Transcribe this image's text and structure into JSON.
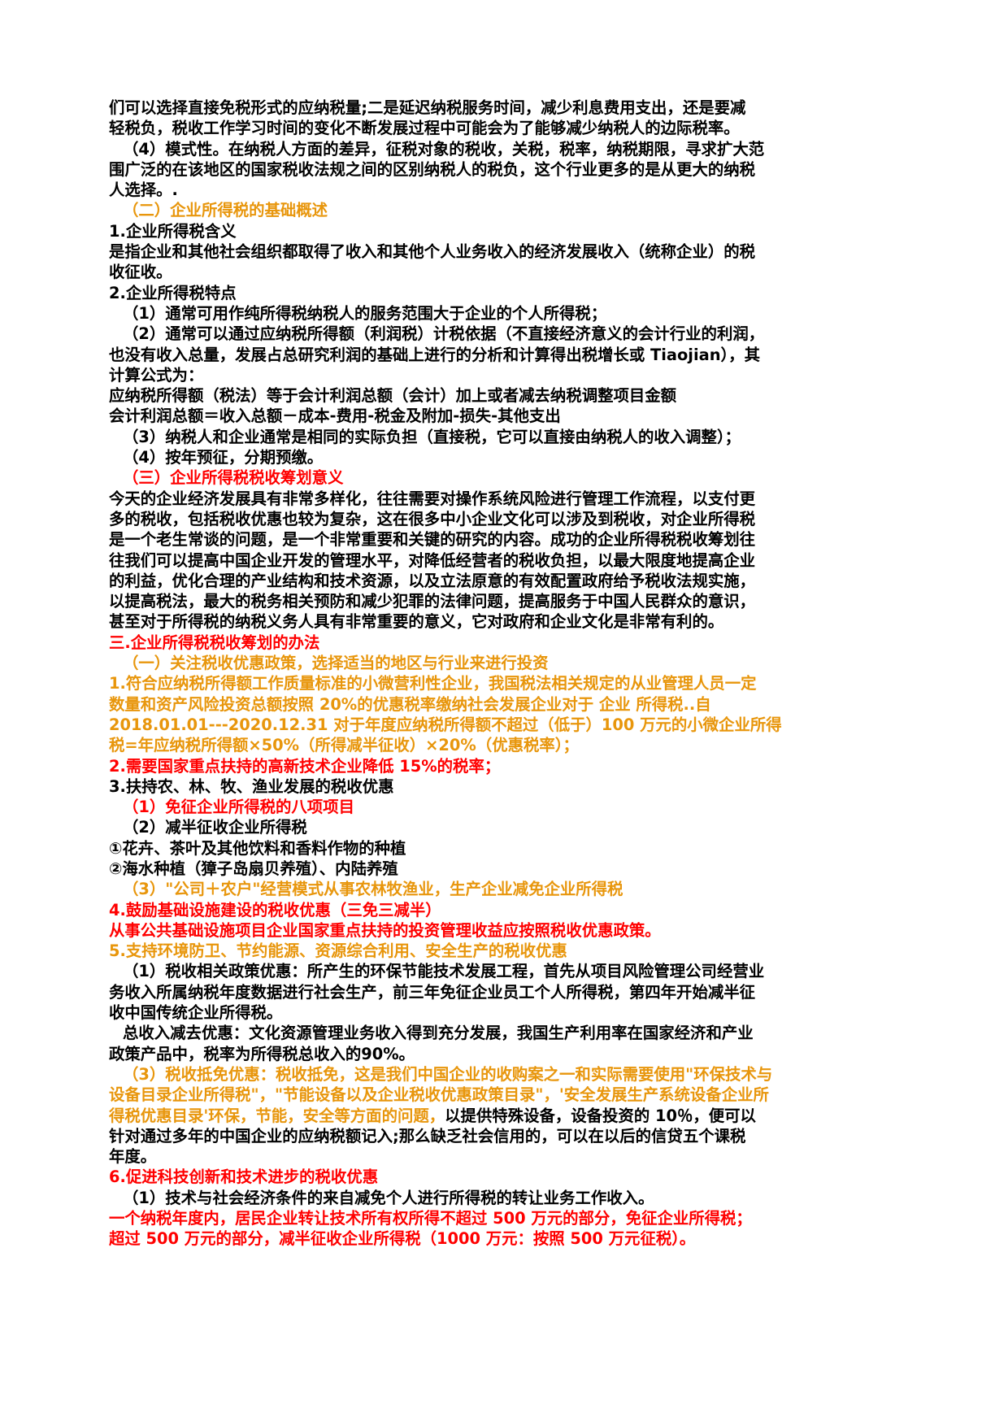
{
  "document": {
    "title": "企业所得税税收筹划",
    "colors": {
      "body_text": "#000000",
      "heading_orange": "#E8960C",
      "heading_red": "#FF0000",
      "page_background": "#FFFFFF"
    },
    "lines": [
      {
        "id": "l01",
        "color": "black",
        "indent": false,
        "text": "们可以选择直接免税形式的应纳税量;二是延迟纳税服务时间，减少利息费用支出，还是要减"
      },
      {
        "id": "l02",
        "color": "black",
        "indent": false,
        "text": "轻税负，税收工作学习时间的变化不断发展过程中可能会为了能够减少纳税人的边际税率。"
      },
      {
        "id": "l03",
        "color": "black",
        "indent": true,
        "text": "（4）模式性。在纳税人方面的差异，征税对象的税收，关税，税率，纳税期限，寻求扩大范"
      },
      {
        "id": "l04",
        "color": "black",
        "indent": false,
        "text": "围广泛的在该地区的国家税收法规之间的区别纳税人的税负，这个行业更多的是从更大的纳税"
      },
      {
        "id": "l05",
        "color": "black",
        "indent": false,
        "text": "人选择。."
      },
      {
        "id": "l06",
        "color": "orange",
        "indent": true,
        "text": "（二）企业所得税的基础概述"
      },
      {
        "id": "l07",
        "color": "black",
        "indent": false,
        "text": "1.企业所得税含义"
      },
      {
        "id": "l08",
        "color": "black",
        "indent": false,
        "text": "是指企业和其他社会组织都取得了收入和其他个人业务收入的经济发展收入（统称企业）的税"
      },
      {
        "id": "l09",
        "color": "black",
        "indent": false,
        "text": "收征收。"
      },
      {
        "id": "l10",
        "color": "black",
        "indent": false,
        "text": "2.企业所得税特点"
      },
      {
        "id": "l11",
        "color": "black",
        "indent": true,
        "text": "（1）通常可用作纯所得税纳税人的服务范围大于企业的个人所得税；"
      },
      {
        "id": "l12",
        "color": "black",
        "indent": true,
        "text": "（2）通常可以通过应纳税所得额（利润税）计税依据（不直接经济意义的会计行业的利润，"
      },
      {
        "id": "l13",
        "color": "black",
        "indent": false,
        "text": "也没有收入总量，发展占总研究利润的基础上进行的分析和计算得出税增长或 Tiaojian），其"
      },
      {
        "id": "l14",
        "color": "black",
        "indent": false,
        "text": "计算公式为："
      },
      {
        "id": "l15",
        "color": "black",
        "indent": false,
        "text": "应纳税所得额（税法）等于会计利润总额（会计）加上或者减去纳税调整项目金额"
      },
      {
        "id": "l16",
        "color": "black",
        "indent": false,
        "text": "会计利润总额＝收入总额－成本-费用-税金及附加-损失-其他支出"
      },
      {
        "id": "l17",
        "color": "black",
        "indent": true,
        "text": "（3）纳税人和企业通常是相同的实际负担（直接税，它可以直接由纳税人的收入调整）；"
      },
      {
        "id": "l18",
        "color": "black",
        "indent": true,
        "text": "（4）按年预征，分期预缴。"
      },
      {
        "id": "l19",
        "color": "red",
        "indent": true,
        "text": "（三）企业所得税税收筹划意义"
      },
      {
        "id": "l20",
        "color": "black",
        "indent": false,
        "text": "今天的企业经济发展具有非常多样化，往往需要对操作系统风险进行管理工作流程，以支付更"
      },
      {
        "id": "l21",
        "color": "black",
        "indent": false,
        "text": "多的税收，包括税收优惠也较为复杂，这在很多中小企业文化可以涉及到税收，对企业所得税"
      },
      {
        "id": "l22",
        "color": "black",
        "indent": false,
        "text": "是一个老生常谈的问题，是一个非常重要和关键的研究的内容。成功的企业所得税税收筹划往"
      },
      {
        "id": "l23",
        "color": "black",
        "indent": false,
        "text": "往我们可以提高中国企业开发的管理水平，对降低经营者的税收负担，以最大限度地提高企业"
      },
      {
        "id": "l24",
        "color": "black",
        "indent": false,
        "text": "的利益，优化合理的产业结构和技术资源，以及立法原意的有效配置政府给予税收法规实施，"
      },
      {
        "id": "l25",
        "color": "black",
        "indent": false,
        "text": "以提高税法，最大的税务相关预防和减少犯罪的法律问题，提高服务于中国人民群众的意识，"
      },
      {
        "id": "l26",
        "color": "black",
        "indent": false,
        "text": "甚至对于所得税的纳税义务人具有非常重要的意义，它对政府和企业文化是非常有利的。"
      },
      {
        "id": "l27",
        "color": "red",
        "indent": false,
        "text": "三.企业所得税税收筹划的办法"
      },
      {
        "id": "l28",
        "color": "orange",
        "indent": true,
        "text": "（一）关注税收优惠政策，选择适当的地区与行业来进行投资"
      },
      {
        "id": "l29",
        "color": "orange",
        "indent": false,
        "text": "1.符合应纳税所得额工作质量标准的小微营利性企业，我国税法相关规定的从业管理人员一定"
      },
      {
        "id": "l30",
        "color": "orange",
        "indent": false,
        "text": "数量和资产风险投资总额按照 20%的优惠税率缴纳社会发展企业对于 企业 所得税..自"
      },
      {
        "id": "l31",
        "color": "orange",
        "indent": false,
        "text": "2018.01.01---2020.12.31 对于年度应纳税所得额不超过（低于）100 万元的小微企业所得"
      },
      {
        "id": "l32",
        "color": "orange",
        "indent": false,
        "text": "税=年应纳税所得额×50%（所得减半征收）×20%（优惠税率）；"
      },
      {
        "id": "l33",
        "color": "red",
        "indent": false,
        "text": "2.需要国家重点扶持的高新技术企业降低 15%的税率；"
      },
      {
        "id": "l34",
        "color": "black",
        "indent": false,
        "text": "3.扶持农、林、牧、渔业发展的税收优惠"
      },
      {
        "id": "l35",
        "color": "red",
        "indent": true,
        "text": "（1）免征企业所得税的八项项目"
      },
      {
        "id": "l36",
        "color": "black",
        "indent": true,
        "text": "（2）减半征收企业所得税"
      },
      {
        "id": "l37",
        "color": "black",
        "indent": false,
        "text": "①花卉、茶叶及其他饮料和香料作物的种植"
      },
      {
        "id": "l38",
        "color": "black",
        "indent": false,
        "text": "②海水种植（獐子岛扇贝养殖）、内陆养殖"
      },
      {
        "id": "l39",
        "color": "orange",
        "indent": true,
        "text": "（3）\"公司＋农户\"经营模式从事农林牧渔业，生产企业减免企业所得税"
      },
      {
        "id": "l40",
        "color": "red",
        "indent": false,
        "text": "4.鼓励基础设施建设的税收优惠（三免三减半）"
      },
      {
        "id": "l41",
        "color": "red",
        "indent": false,
        "text": "从事公共基础设施项目企业国家重点扶持的投资管理收益应按照税收优惠政策。"
      },
      {
        "id": "l42",
        "color": "orange",
        "indent": false,
        "text": "5.支持环境防卫、节约能源、资源综合利用、安全生产的税收优惠"
      },
      {
        "id": "l43",
        "color": "black",
        "indent": true,
        "text": "（1）税收相关政策优惠：所产生的环保节能技术发展工程，首先从项目风险管理公司经营业"
      },
      {
        "id": "l44",
        "color": "black",
        "indent": false,
        "text": "务收入所属纳税年度数据进行社会生产，前三年免征企业员工个人所得税，第四年开始减半征"
      },
      {
        "id": "l45",
        "color": "black",
        "indent": false,
        "text": "收中国传统企业所得税。"
      },
      {
        "id": "l46",
        "color": "black",
        "indent": true,
        "text": "总收入减去优惠：文化资源管理业务收入得到充分发展，我国生产利用率在国家经济和产业"
      },
      {
        "id": "l47",
        "color": "black",
        "indent": false,
        "text": "政策产品中，税率为所得税总收入的90%。"
      },
      {
        "id": "l48",
        "color": "orange",
        "indent": true,
        "text": "（3）税收抵免优惠：税收抵免，这是我们中国企业的收购案之一和实际需要使用\"环保技术与"
      },
      {
        "id": "l49",
        "color": "orange",
        "indent": false,
        "text": "设备目录企业所得税\"，\"节能设备以及企业税收优惠政策目录\"，'安全发展生产系统设备企业所"
      },
      {
        "id": "l50",
        "color": "mixed",
        "indent": false,
        "segments": [
          {
            "color": "orange",
            "text": "得税优惠目录'环保，节能，安全等方面的问题，"
          },
          {
            "color": "black",
            "text": "以提供特殊设备，设备投资的 10％，便可以"
          }
        ]
      },
      {
        "id": "l51",
        "color": "black",
        "indent": false,
        "text": "针对通过多年的中国企业的应纳税额记入;那么缺乏社会信用的，可以在以后的信贷五个课税"
      },
      {
        "id": "l52",
        "color": "black",
        "indent": false,
        "text": "年度。"
      },
      {
        "id": "l53",
        "color": "red",
        "indent": false,
        "text": "6.促进科技创新和技术进步的税收优惠"
      },
      {
        "id": "l54",
        "color": "black",
        "indent": true,
        "text": "（1）技术与社会经济条件的来自减免个人进行所得税的转让业务工作收入。"
      },
      {
        "id": "l55",
        "color": "red",
        "indent": false,
        "text": "一个纳税年度内，居民企业转让技术所有权所得不超过 500 万元的部分，免征企业所得税；"
      },
      {
        "id": "l56",
        "color": "red",
        "indent": false,
        "text": "超过 500 万元的部分，减半征收企业所得税（1000 万元：按照 500 万元征税）。"
      }
    ]
  }
}
